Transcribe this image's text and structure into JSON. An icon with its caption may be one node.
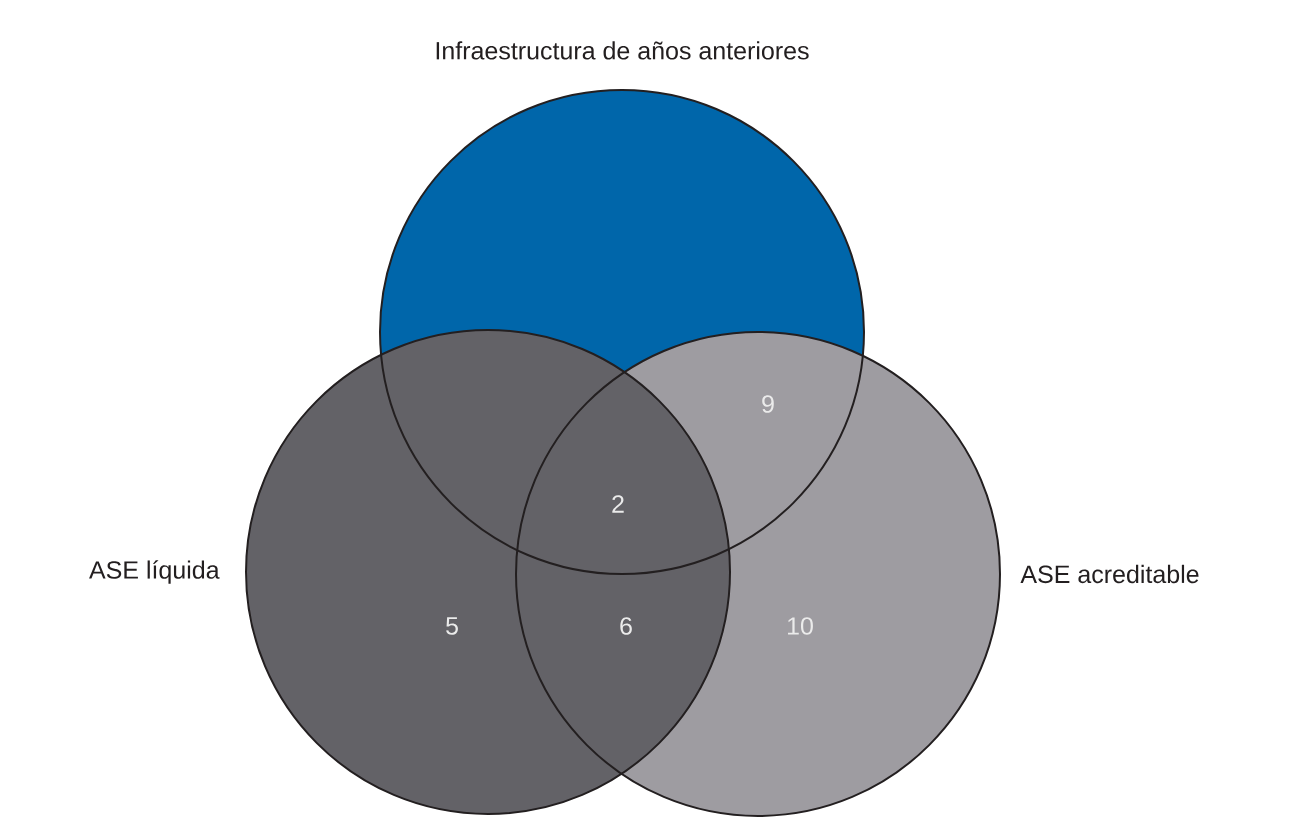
{
  "diagram": {
    "nodes": [
      {
        "text": [
          "Infraestructura de años anteriores"
        ]
      },
      {
        "text": [
          "ASE líquida"
        ]
      },
      {
        "text": [
          "ASE acreditable"
        ]
      }
    ],
    "labels": [
      "9",
      "2",
      "5",
      "6",
      "10"
    ]
  }
}
